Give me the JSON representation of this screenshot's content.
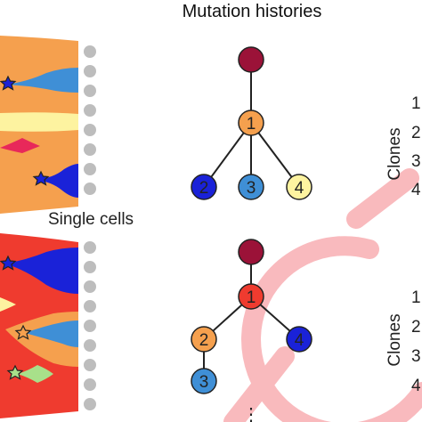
{
  "title": "Mutation histories",
  "single_cells_label": "Single cells",
  "clones_label": "Clones",
  "colors": {
    "root": "#9b1238",
    "orange": "#f5a04e",
    "red": "#ef3b2f",
    "blue_light": "#3f8fd6",
    "blue_dark": "#1a22d8",
    "yellow": "#fdf3a0",
    "pink_red": "#e8285a",
    "green": "#a8e08a",
    "gray_cell": "#bdbdbd",
    "watermark": "#f7a3a8"
  },
  "top_panel": {
    "tree_nodes": [
      {
        "label": "",
        "color": "root"
      },
      {
        "label": "1",
        "color": "orange"
      },
      {
        "label": "2",
        "color": "blue_dark"
      },
      {
        "label": "3",
        "color": "blue_light"
      },
      {
        "label": "4",
        "color": "yellow"
      }
    ],
    "clone_numbers": [
      "1",
      "2",
      "3",
      "4"
    ]
  },
  "bottom_panel": {
    "tree_nodes": [
      {
        "label": "",
        "color": "root"
      },
      {
        "label": "1",
        "color": "red"
      },
      {
        "label": "2",
        "color": "orange"
      },
      {
        "label": "3",
        "color": "blue_light"
      },
      {
        "label": "4",
        "color": "blue_dark"
      }
    ],
    "clone_numbers": [
      "1",
      "2",
      "3",
      "4"
    ],
    "continuation": "⋮"
  }
}
